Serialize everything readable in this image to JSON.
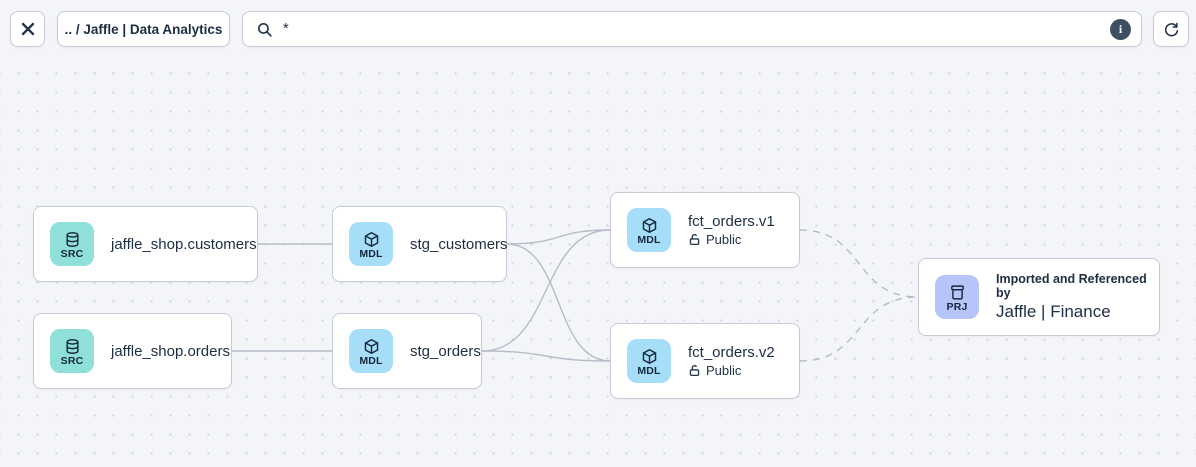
{
  "toolbar": {
    "close_icon": "close-icon",
    "breadcrumb": ".. / Jaffle | Data Analytics",
    "search": {
      "value": "*",
      "placeholder": "",
      "icon": "search-icon",
      "info_icon_label": "i"
    },
    "refresh_icon": "refresh-icon"
  },
  "colors": {
    "source_badge": "#8fe0d8",
    "model_badge": "#a6ddf8",
    "project_badge": "#b7c4f9",
    "edge": "#b5bcc8",
    "node_border": "#c6ccd6",
    "text": "#1d2d42",
    "background": "#f4f5f8"
  },
  "nodes": [
    {
      "id": "src_customers",
      "type": "source",
      "badge": "SRC",
      "icon": "database-icon",
      "title": "jaffle_shop.customers"
    },
    {
      "id": "src_orders",
      "type": "source",
      "badge": "SRC",
      "icon": "database-icon",
      "title": "jaffle_shop.orders"
    },
    {
      "id": "stg_customers",
      "type": "model",
      "badge": "MDL",
      "icon": "cube-icon",
      "title": "stg_customers"
    },
    {
      "id": "stg_orders",
      "type": "model",
      "badge": "MDL",
      "icon": "cube-icon",
      "title": "stg_orders"
    },
    {
      "id": "fct_orders_v1",
      "type": "model",
      "badge": "MDL",
      "icon": "cube-icon",
      "title": "fct_orders.v1",
      "access": "Public",
      "access_icon": "lock-open-icon"
    },
    {
      "id": "fct_orders_v2",
      "type": "model",
      "badge": "MDL",
      "icon": "cube-icon",
      "title": "fct_orders.v2",
      "access": "Public",
      "access_icon": "lock-open-icon"
    },
    {
      "id": "prj_finance",
      "type": "project",
      "badge": "PRJ",
      "icon": "archive-icon",
      "subtitle": "Imported and Referenced by",
      "title": "Jaffle | Finance"
    }
  ],
  "edges": [
    {
      "from": "src_customers",
      "to": "stg_customers",
      "style": "solid"
    },
    {
      "from": "src_orders",
      "to": "stg_orders",
      "style": "solid"
    },
    {
      "from": "stg_customers",
      "to": "fct_orders_v1",
      "style": "solid"
    },
    {
      "from": "stg_customers",
      "to": "fct_orders_v2",
      "style": "solid"
    },
    {
      "from": "stg_orders",
      "to": "fct_orders_v1",
      "style": "solid"
    },
    {
      "from": "stg_orders",
      "to": "fct_orders_v2",
      "style": "solid"
    },
    {
      "from": "fct_orders_v1",
      "to": "prj_finance",
      "style": "dashed"
    },
    {
      "from": "fct_orders_v2",
      "to": "prj_finance",
      "style": "dashed"
    }
  ]
}
